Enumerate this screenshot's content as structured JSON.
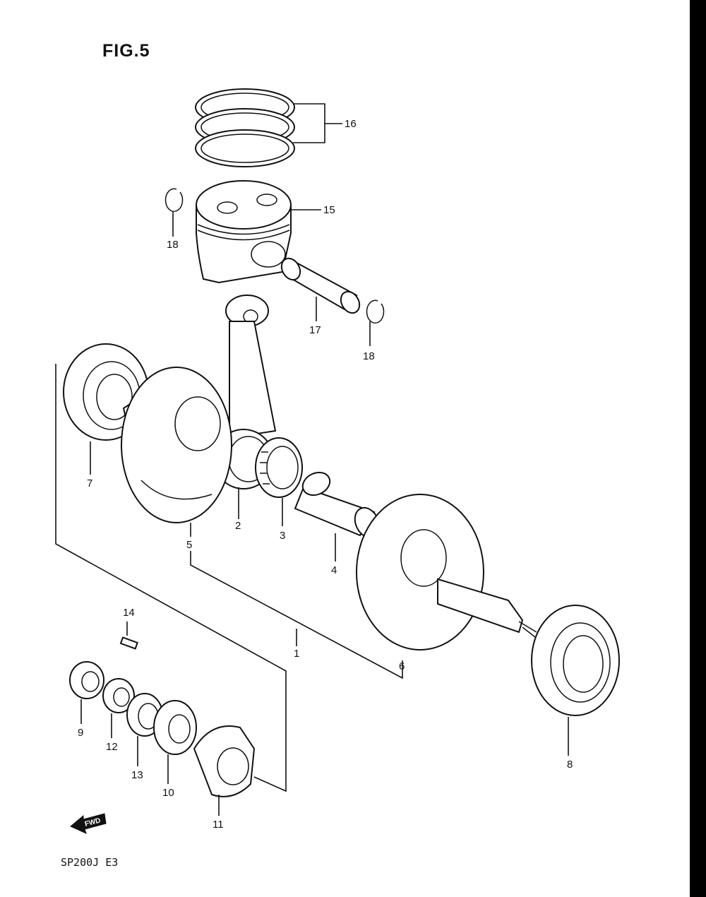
{
  "figure": {
    "title": "FIG.5",
    "model_code": "SP200J E3",
    "fwd_label": "FWD"
  },
  "parts": [
    {
      "id": "1",
      "label": "1"
    },
    {
      "id": "2",
      "label": "2"
    },
    {
      "id": "3",
      "label": "3"
    },
    {
      "id": "4",
      "label": "4"
    },
    {
      "id": "5",
      "label": "5"
    },
    {
      "id": "6",
      "label": "6"
    },
    {
      "id": "7",
      "label": "7"
    },
    {
      "id": "8",
      "label": "8"
    },
    {
      "id": "9",
      "label": "9"
    },
    {
      "id": "10",
      "label": "10"
    },
    {
      "id": "11",
      "label": "11"
    },
    {
      "id": "12",
      "label": "12"
    },
    {
      "id": "13",
      "label": "13"
    },
    {
      "id": "14",
      "label": "14"
    },
    {
      "id": "15",
      "label": "15"
    },
    {
      "id": "16",
      "label": "16"
    },
    {
      "id": "17",
      "label": "17"
    },
    {
      "id": "18a",
      "label": "18"
    },
    {
      "id": "18b",
      "label": "18"
    }
  ],
  "colors": {
    "ink": "#111111",
    "paper": "#ffffff",
    "edge_bar": "#000000"
  }
}
